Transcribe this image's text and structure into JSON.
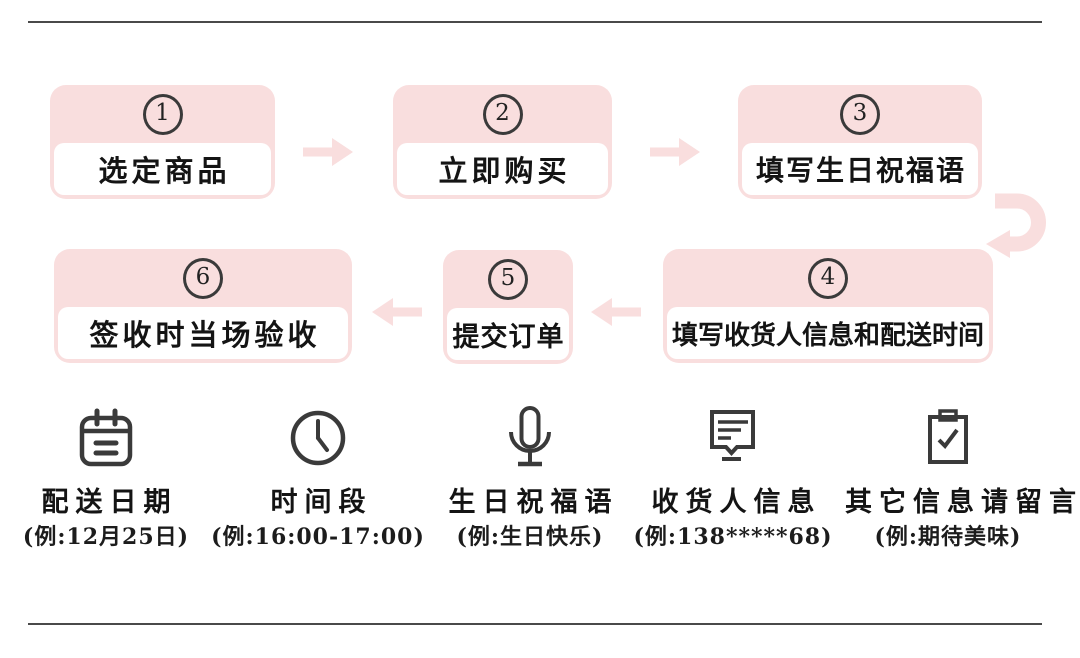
{
  "colors": {
    "box_pink": "#f9dede",
    "icon_dark": "#3a3a3a",
    "text_ink": "#141414",
    "divider_gray": "#4a4a4a"
  },
  "flow": {
    "steps": [
      {
        "number": "1",
        "label": "选定商品"
      },
      {
        "number": "2",
        "label": "立即购买"
      },
      {
        "number": "3",
        "label": "填写生日祝福语"
      },
      {
        "number": "4",
        "label": "填写收货人信息和配送时间"
      },
      {
        "number": "5",
        "label": "提交订单"
      },
      {
        "number": "6",
        "label": "签收时当场验收"
      }
    ]
  },
  "legend": {
    "items": [
      {
        "icon": "calendar-icon",
        "label": "配送日期",
        "example": "(例:12月25日)"
      },
      {
        "icon": "clock-icon",
        "label": "时间段",
        "example": "(例:16:00-17:00)"
      },
      {
        "icon": "microphone-icon",
        "label": "生日祝福语",
        "example": "(例:生日快乐)"
      },
      {
        "icon": "message-icon",
        "label": "收货人信息",
        "example": "(例:138*****68)"
      },
      {
        "icon": "clipboard-check-icon",
        "label": "其它信息请留言",
        "example": "(例:期待美味)"
      }
    ]
  }
}
